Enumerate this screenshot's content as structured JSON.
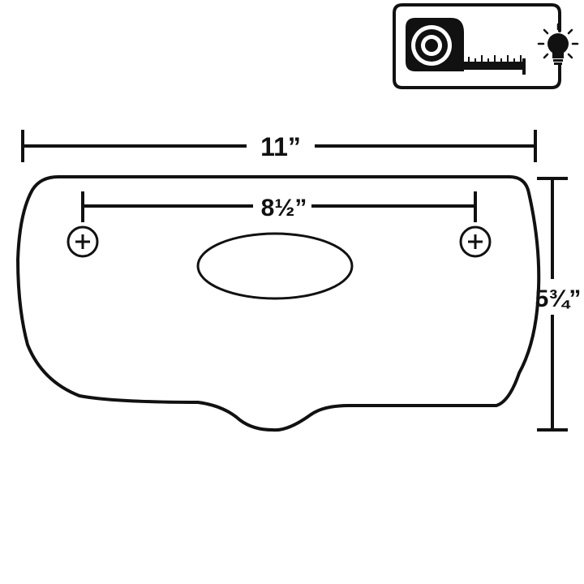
{
  "colors": {
    "ink": "#111111",
    "background": "#ffffff"
  },
  "badge": {
    "icons": [
      "tape-measure-icon",
      "lightbulb-icon"
    ]
  },
  "dimensions": {
    "width_label": "11”",
    "hole_spacing_label": "8½”",
    "height_label": "5¾”"
  },
  "features": {
    "mounting_holes": 2,
    "center_cutout": "oval"
  }
}
